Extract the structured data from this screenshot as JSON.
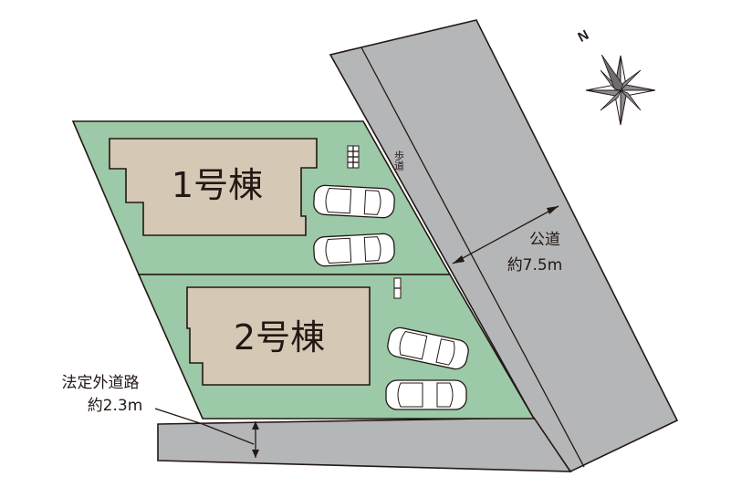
{
  "buildings": [
    {
      "label": "1号棟"
    },
    {
      "label": "2号棟"
    }
  ],
  "roads": {
    "public_road": {
      "name": "公道",
      "width": "約7.5m"
    },
    "sidewalk": {
      "name": "歩道"
    },
    "legal_road": {
      "name": "法定外道路",
      "width": "約2.3m"
    }
  },
  "compass": {
    "north_label": "N"
  },
  "colors": {
    "lot": "#9cc9a7",
    "building": "#d5c8b4",
    "road": "#b5b6b8",
    "outline": "#231815"
  }
}
